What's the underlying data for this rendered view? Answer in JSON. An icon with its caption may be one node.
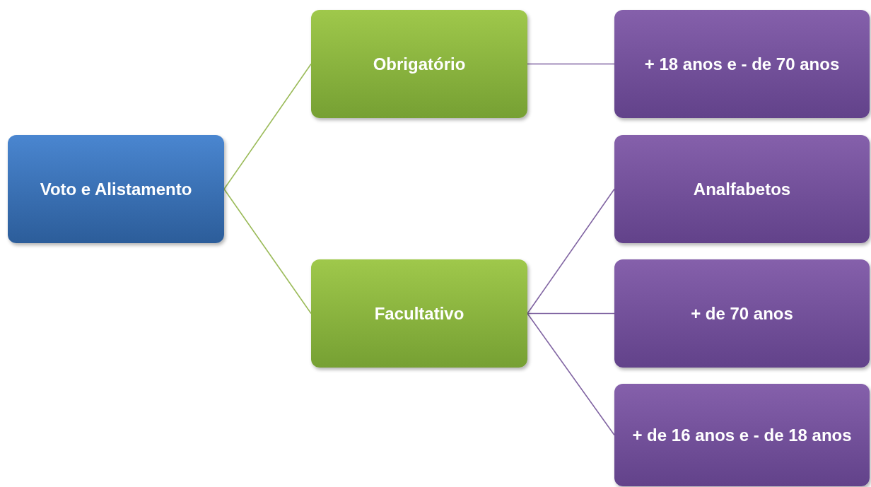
{
  "diagram": {
    "nodes": [
      {
        "text": [
          "Voto e Alistamento"
        ]
      },
      {
        "text": [
          "Obrigatório"
        ]
      },
      {
        "text": [
          "Facultativo"
        ]
      },
      {
        "text": [
          "+ 18 anos e - de 70 anos"
        ]
      },
      {
        "text": [
          "Analfabetos"
        ]
      },
      {
        "text": [
          "+ de 70 anos"
        ]
      },
      {
        "text": [
          "+ de 16 anos e - de 18 anos"
        ]
      }
    ],
    "edges": [
      {
        "from": 0,
        "to": 1,
        "arrow": "none",
        "color": "#9bbb59"
      },
      {
        "from": 0,
        "to": 2,
        "arrow": "none",
        "color": "#9bbb59"
      },
      {
        "from": 1,
        "to": 3,
        "arrow": "none"
      },
      {
        "from": 2,
        "to": 4,
        "arrow": "none"
      },
      {
        "from": 2,
        "to": 5,
        "arrow": "none"
      },
      {
        "from": 2,
        "to": 6,
        "arrow": "none"
      }
    ]
  }
}
